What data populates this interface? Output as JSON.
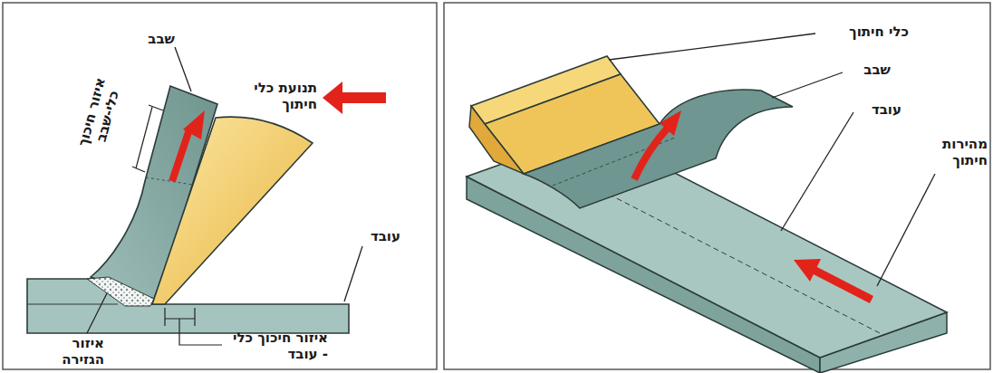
{
  "diagram": {
    "labels": [
      "שבב",
      "איזור חיכוך כלי-שבב",
      "תנועת כלי חיתוך",
      "עובד",
      "איזור הגזירה",
      "איזור חיכוך כלי - עובד",
      "כלי חיתוך",
      "שבב",
      "עובד",
      "מהירות חיתוך"
    ]
  }
}
